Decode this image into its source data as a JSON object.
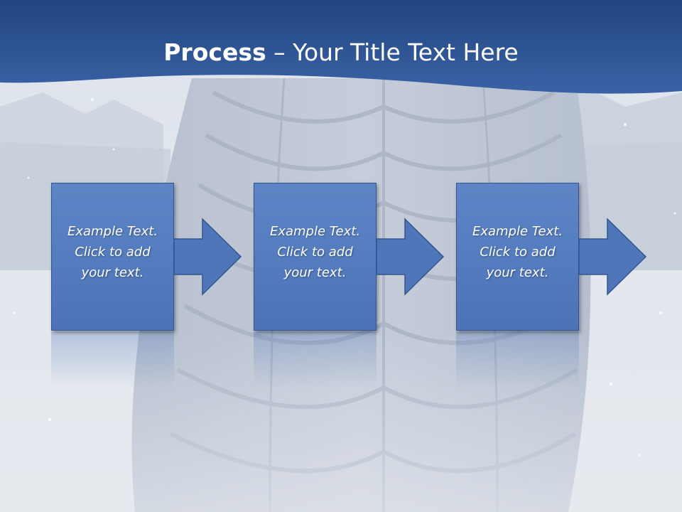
{
  "slide": {
    "title_bold": "Process",
    "title_rest": " – Your Title Text Here",
    "steps": [
      {
        "lines": [
          "Example Text.",
          "Click  to add",
          "your text."
        ]
      },
      {
        "lines": [
          "Example Text.",
          "Click  to add",
          "your text."
        ]
      },
      {
        "lines": [
          "Example Text.",
          "Click  to add",
          "your text."
        ]
      }
    ]
  },
  "colors": {
    "header": "#2f5597",
    "box_fill": "#4f76b8",
    "box_border": "#33558f",
    "background": "#e6eaf0"
  },
  "icons": [
    "right-arrow-icon"
  ]
}
